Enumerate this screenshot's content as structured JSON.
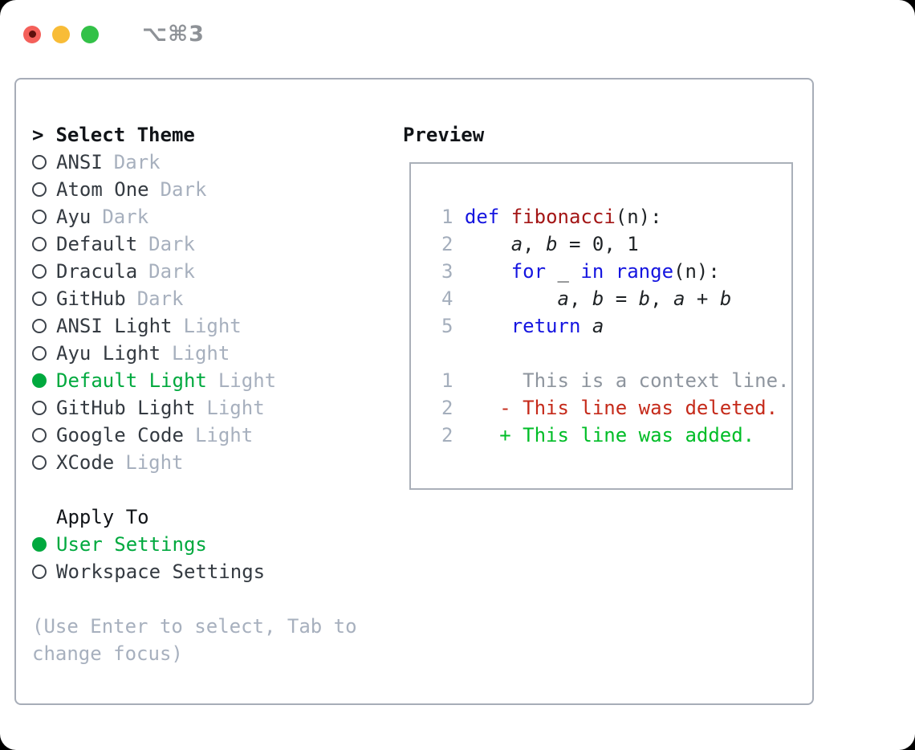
{
  "window": {
    "title_shortcut": "⌥⌘3"
  },
  "traffic_lights": {
    "close_color": "#f4605a",
    "close_dot_color": "#5e100c",
    "minimize_color": "#f8bc37",
    "zoom_color": "#33c148"
  },
  "theme_selector": {
    "prompt": ">",
    "header": "Select Theme",
    "items": [
      {
        "name": "ANSI",
        "variant": "Dark",
        "selected": false
      },
      {
        "name": "Atom One",
        "variant": "Dark",
        "selected": false
      },
      {
        "name": "Ayu",
        "variant": "Dark",
        "selected": false
      },
      {
        "name": "Default",
        "variant": "Dark",
        "selected": false
      },
      {
        "name": "Dracula",
        "variant": "Dark",
        "selected": false
      },
      {
        "name": "GitHub",
        "variant": "Dark",
        "selected": false
      },
      {
        "name": "ANSI Light",
        "variant": "Light",
        "selected": false
      },
      {
        "name": "Ayu Light",
        "variant": "Light",
        "selected": false
      },
      {
        "name": "Default Light",
        "variant": "Light",
        "selected": true
      },
      {
        "name": "GitHub Light",
        "variant": "Light",
        "selected": false
      },
      {
        "name": "Google Code",
        "variant": "Light",
        "selected": false
      },
      {
        "name": "XCode",
        "variant": "Light",
        "selected": false
      }
    ],
    "apply_to": {
      "header": "Apply To",
      "options": [
        {
          "label": "User Settings",
          "selected": true
        },
        {
          "label": "Workspace Settings",
          "selected": false
        }
      ]
    },
    "hint": "(Use Enter to select, Tab to change focus)"
  },
  "preview": {
    "header": "Preview",
    "lines": [
      [
        [
          "ln",
          "1 "
        ],
        [
          "kw",
          "def"
        ],
        [
          "pl",
          " "
        ],
        [
          "fn",
          "fibonacci"
        ],
        [
          "pl",
          "(n):"
        ]
      ],
      [
        [
          "ln",
          "2 "
        ],
        [
          "pl",
          "    "
        ],
        [
          "id",
          "a"
        ],
        [
          "pl",
          ", "
        ],
        [
          "id",
          "b"
        ],
        [
          "pl",
          " = 0, 1"
        ]
      ],
      [
        [
          "ln",
          "3 "
        ],
        [
          "pl",
          "    "
        ],
        [
          "kw",
          "for"
        ],
        [
          "pl",
          " _ "
        ],
        [
          "kw",
          "in"
        ],
        [
          "pl",
          " "
        ],
        [
          "kw",
          "range"
        ],
        [
          "pl",
          "(n):"
        ]
      ],
      [
        [
          "ln",
          "4 "
        ],
        [
          "pl",
          "        "
        ],
        [
          "id",
          "a"
        ],
        [
          "pl",
          ", "
        ],
        [
          "id",
          "b"
        ],
        [
          "pl",
          " = "
        ],
        [
          "id",
          "b"
        ],
        [
          "pl",
          ", "
        ],
        [
          "id",
          "a"
        ],
        [
          "pl",
          " + "
        ],
        [
          "id",
          "b"
        ]
      ],
      [
        [
          "ln",
          "5 "
        ],
        [
          "pl",
          "    "
        ],
        [
          "kw",
          "return"
        ],
        [
          "pl",
          " "
        ],
        [
          "id",
          "a"
        ]
      ],
      [],
      [
        [
          "ln",
          "1"
        ],
        [
          "ctx",
          "      This is a context line."
        ]
      ],
      [
        [
          "ln",
          "2"
        ],
        [
          "pl",
          "    "
        ],
        [
          "del",
          "- This line was deleted."
        ]
      ],
      [
        [
          "ln",
          "2"
        ],
        [
          "pl",
          "    "
        ],
        [
          "add",
          "+ This line was added."
        ]
      ]
    ]
  },
  "colors": {
    "accent_green": "#00a93e",
    "diff_added_green": "#00bd27",
    "diff_deleted_red": "#c52a1a",
    "keyword_blue": "#1515e0",
    "function_name_red": "#a31515",
    "muted_gray": "#a7b0be",
    "line_number_gray": "#a4aebc",
    "context_gray": "#8e959e",
    "panel_border_gray": "#a7adb8",
    "title_gray": "#8e9297"
  }
}
